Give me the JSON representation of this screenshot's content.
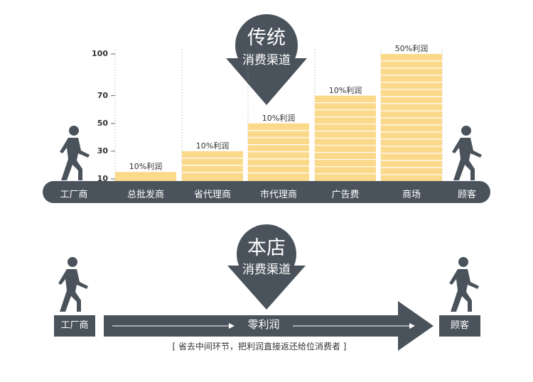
{
  "top": {
    "title_line1": "传统",
    "title_line2": "消费渠道",
    "stages": [
      "工厂商",
      "总批发商",
      "省代理商",
      "市代理商",
      "广告费",
      "商场",
      "顾客"
    ]
  },
  "chart_data": {
    "type": "bar",
    "categories": [
      "总批发商",
      "省代理商",
      "市代理商",
      "广告费",
      "商场"
    ],
    "values": [
      15,
      30,
      50,
      70,
      100
    ],
    "data_labels": [
      "10%利润",
      "10%利润",
      "10%利润",
      "10%利润",
      "50%利润"
    ],
    "ylim": [
      10,
      100
    ],
    "yticks": [
      "10",
      "30",
      "50",
      "70",
      "100"
    ],
    "ytick_values": [
      10,
      30,
      50,
      70,
      100
    ],
    "grid": true,
    "bar_color": "#fbd98a",
    "bar_stripe_color": "#ffffff"
  },
  "bottom": {
    "title_line1": "本店",
    "title_line2": "消费渠道",
    "left_label": "工厂商",
    "right_label": "顾客",
    "arrow_label": "零利润",
    "caption": "[ 省去中间环节，把利润直接返还给位消费者 ]"
  },
  "colors": {
    "dark": "#4a535b",
    "bar": "#fbd98a",
    "text": "#333333",
    "white": "#ffffff"
  },
  "icons": [
    "walking-person-icon",
    "down-arrow-badge-icon",
    "right-arrow-icon"
  ]
}
